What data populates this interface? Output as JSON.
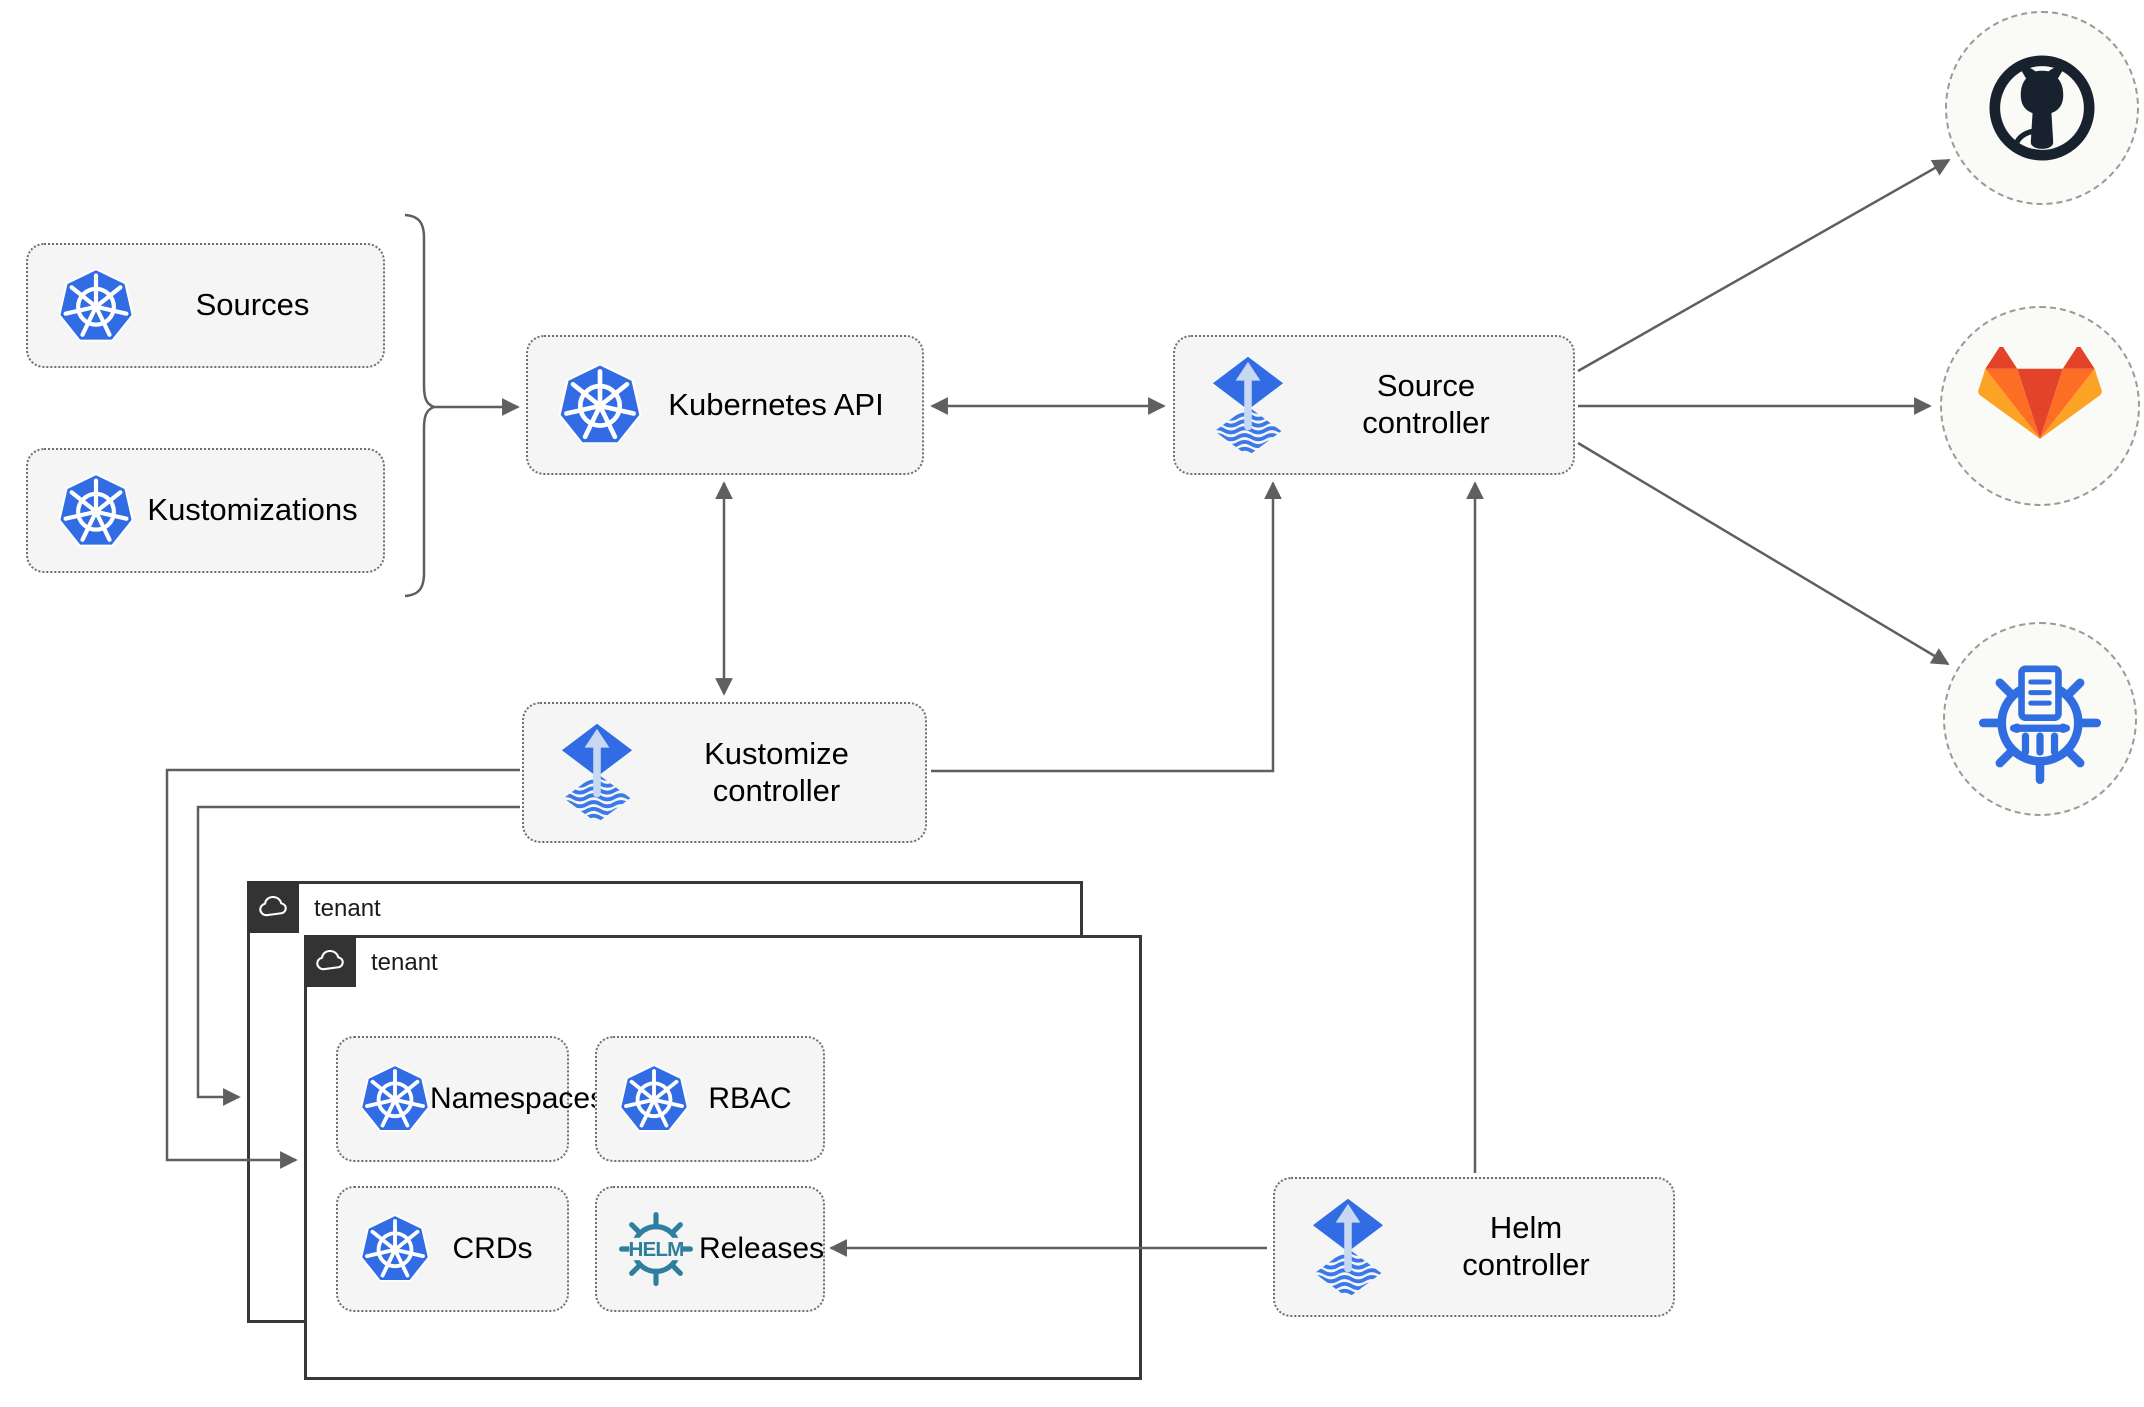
{
  "nodes": {
    "sources": {
      "label": "Sources"
    },
    "kustomizations": {
      "label": "Kustomizations"
    },
    "kubernetes_api": {
      "label": "Kubernetes API"
    },
    "source_controller": {
      "label": "Source controller"
    },
    "kustomize_controller": {
      "label": "Kustomize controller"
    },
    "helm_controller": {
      "label": "Helm controller"
    },
    "namespaces": {
      "label": "Namespaces"
    },
    "rbac": {
      "label": "RBAC"
    },
    "crds": {
      "label": "CRDs"
    },
    "releases": {
      "label": "Releases"
    }
  },
  "tenants": {
    "back": {
      "label": "tenant"
    },
    "front": {
      "label": "tenant"
    }
  },
  "icons": {
    "kubernetes": "kubernetes-logo",
    "flux": "flux-logo",
    "cloud": "cloud-icon",
    "helm_wheel_text": "HELM",
    "github": "github-logo",
    "gitlab": "gitlab-logo",
    "helm_repository": "helm-chart-repository-logo"
  },
  "colors": {
    "kubernetes_blue": "#326CE5",
    "flux_blue": "#316CE4",
    "flux_arrow_light": "#C7D8F3",
    "helm_teal": "#2D7F9D",
    "github_dark": "#17222E",
    "gitlab_red_orange": "#E24329",
    "gitlab_orange": "#FC6D26",
    "gitlab_amber": "#FCA326",
    "chartmuseum_blue": "#2F6DE1",
    "card_fill": "#F5F5F5",
    "connector_gray": "#5F5F5F",
    "tenant_border": "#333333"
  }
}
